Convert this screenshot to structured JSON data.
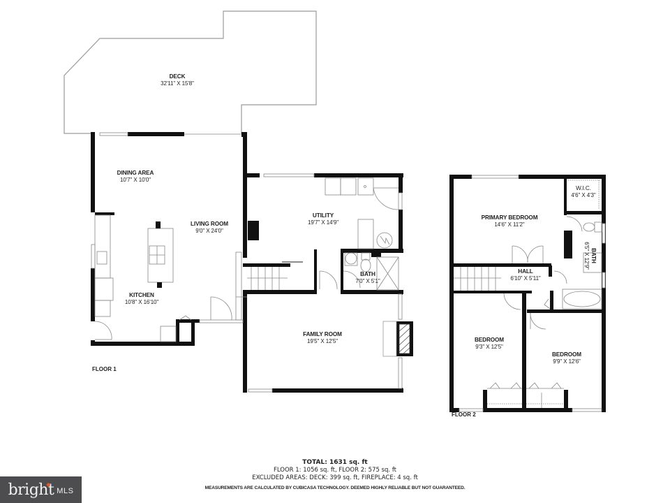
{
  "floor_plan": {
    "floor1": {
      "label": "FLOOR 1",
      "rooms": [
        {
          "name": "DECK",
          "dims": "32'11\" X 15'8\""
        },
        {
          "name": "DINING AREA",
          "dims": "10'7\" X 10'0\""
        },
        {
          "name": "LIVING ROOM",
          "dims": "9'0\" X 24'0\""
        },
        {
          "name": "KITCHEN",
          "dims": "10'8\" X 16'10\""
        },
        {
          "name": "UTILITY",
          "dims": "19'7\" X 14'9\""
        },
        {
          "name": "BATH",
          "dims": "7'0\" X 5'1\""
        },
        {
          "name": "FAMILY ROOM",
          "dims": "19'5\" X 12'5\""
        }
      ]
    },
    "floor2": {
      "label": "FLOOR 2",
      "rooms": [
        {
          "name": "W.I.C.",
          "dims": "4'6\" X 4'3\""
        },
        {
          "name": "PRIMARY BEDROOM",
          "dims": "14'6\" X 11'2\""
        },
        {
          "name": "BATH",
          "dims": "6'5\" X 12'9\""
        },
        {
          "name": "HALL",
          "dims": "6'10\" X 5'11\""
        },
        {
          "name": "BEDROOM",
          "dims": "9'3\" X 12'5\""
        },
        {
          "name": "BEDROOM",
          "dims": "9'9\" X 12'6\""
        }
      ]
    }
  },
  "summary": {
    "total": "TOTAL: 1631 sq. ft",
    "floors": "FLOOR 1: 1056 sq. ft, FLOOR 2: 575 sq. ft",
    "excluded": "EXCLUDED AREAS: DECK: 399 sq. ft, FIREPLACE: 4 sq. ft",
    "disclaimer": "MEASUREMENTS ARE CALCULATED BY CUBICASA TECHNOLOGY. DEEMED HIGHLY RELIABLE BUT NOT GUARANTEED."
  },
  "logo": {
    "brand": "bright",
    "suffix": "MLS",
    "accent_color": "#e8552e",
    "bg_color": "#4d4d4f"
  },
  "colors": {
    "wall": "#111111",
    "outline": "#999999",
    "fixture": "#777777"
  }
}
